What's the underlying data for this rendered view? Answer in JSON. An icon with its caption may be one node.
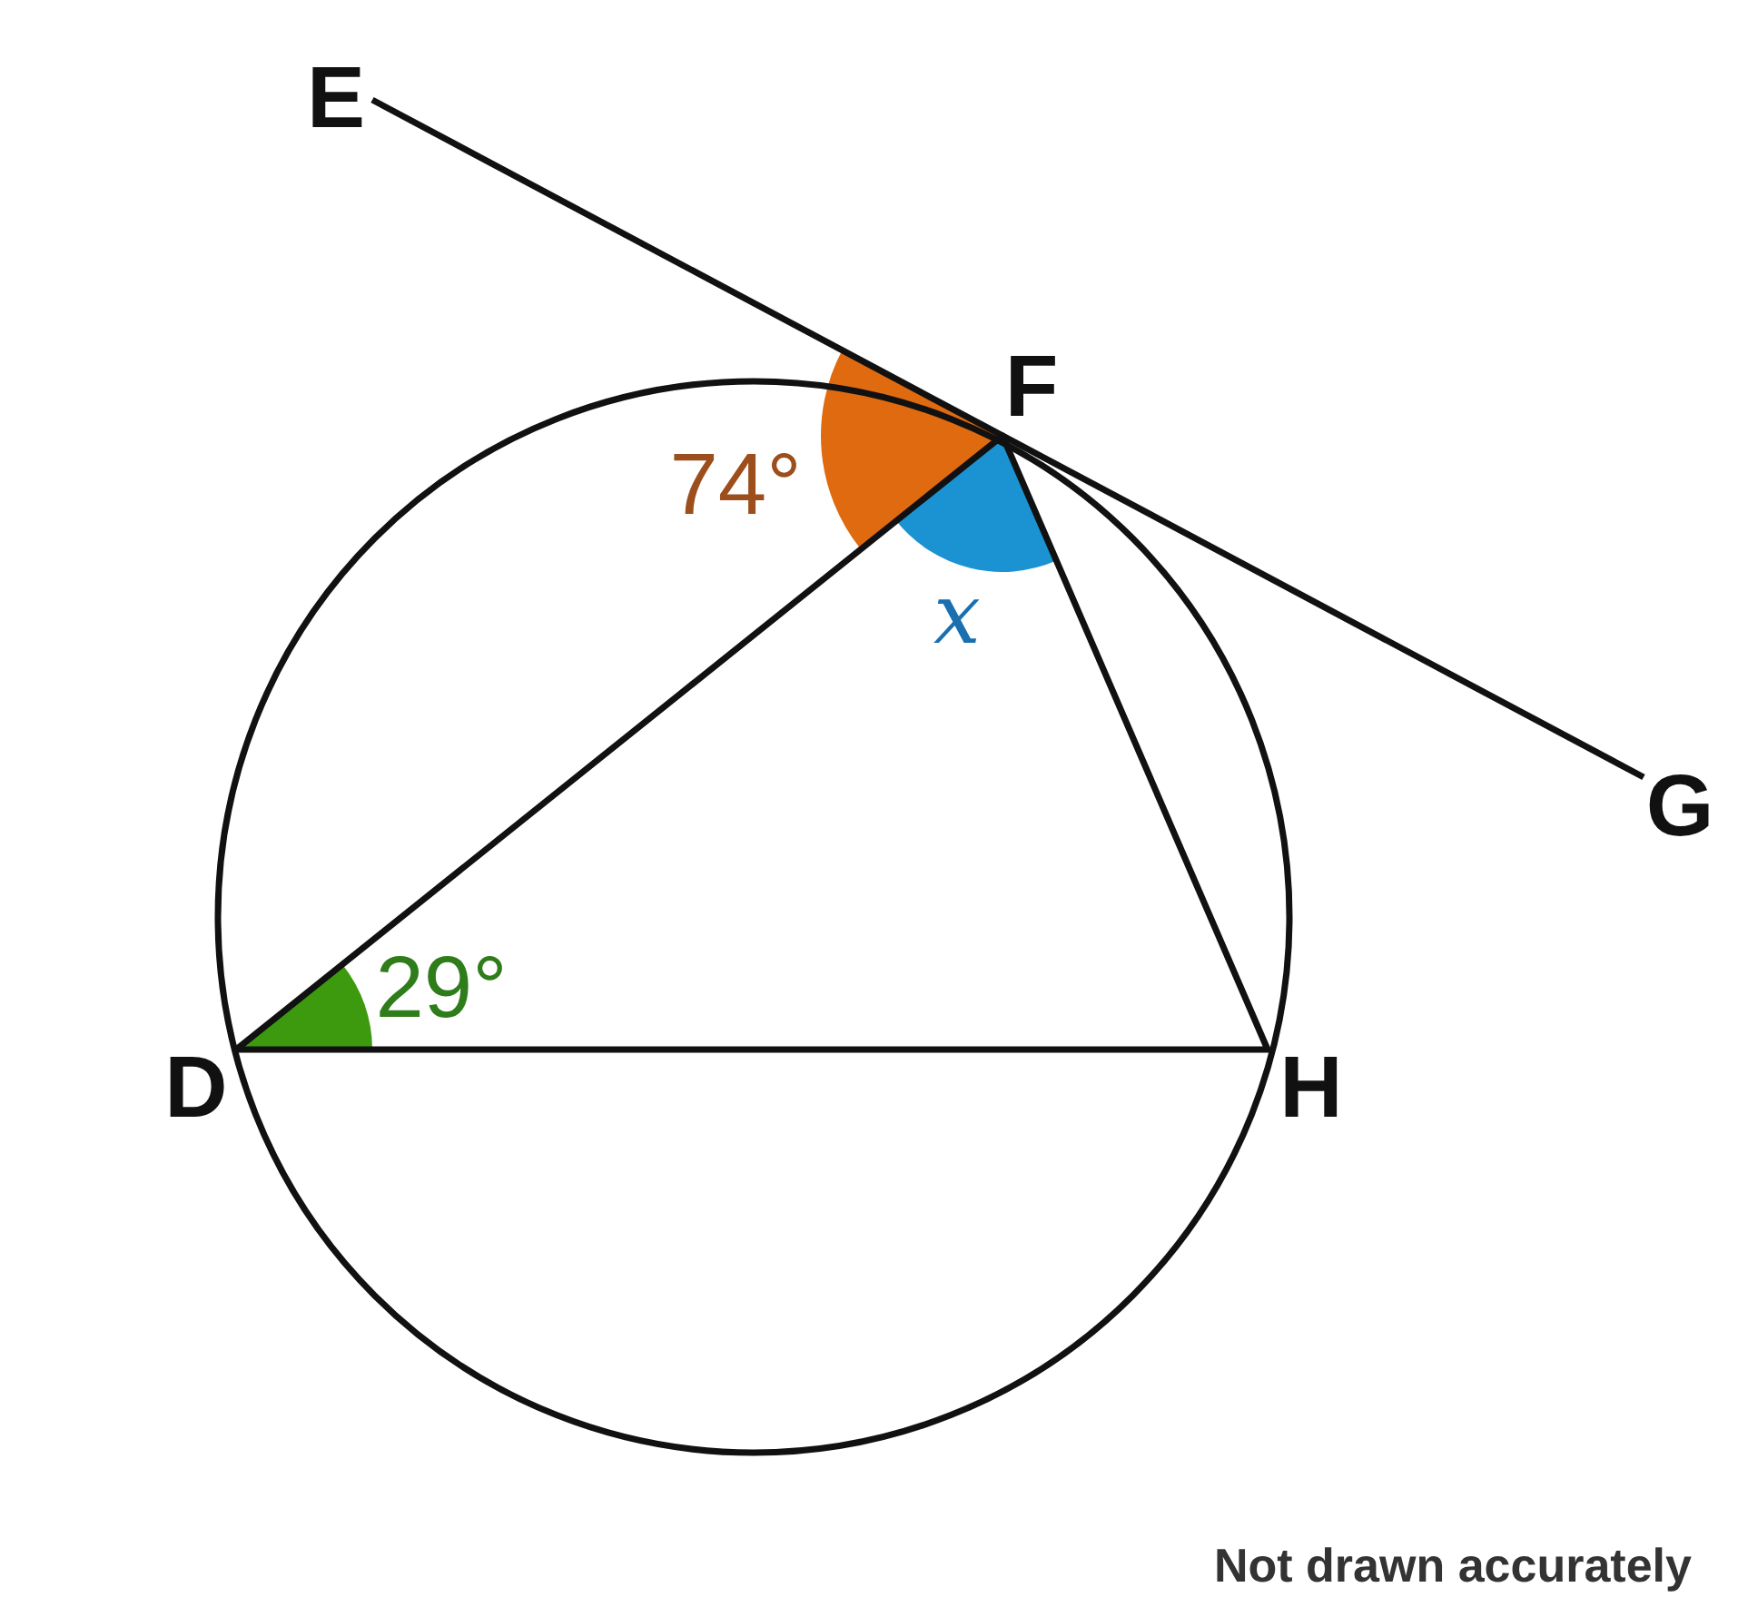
{
  "diagram": {
    "labels": [
      "E",
      "F",
      "74°",
      "x",
      "G",
      "29°",
      "D",
      "H",
      "Not drawn accurately"
    ]
  }
}
